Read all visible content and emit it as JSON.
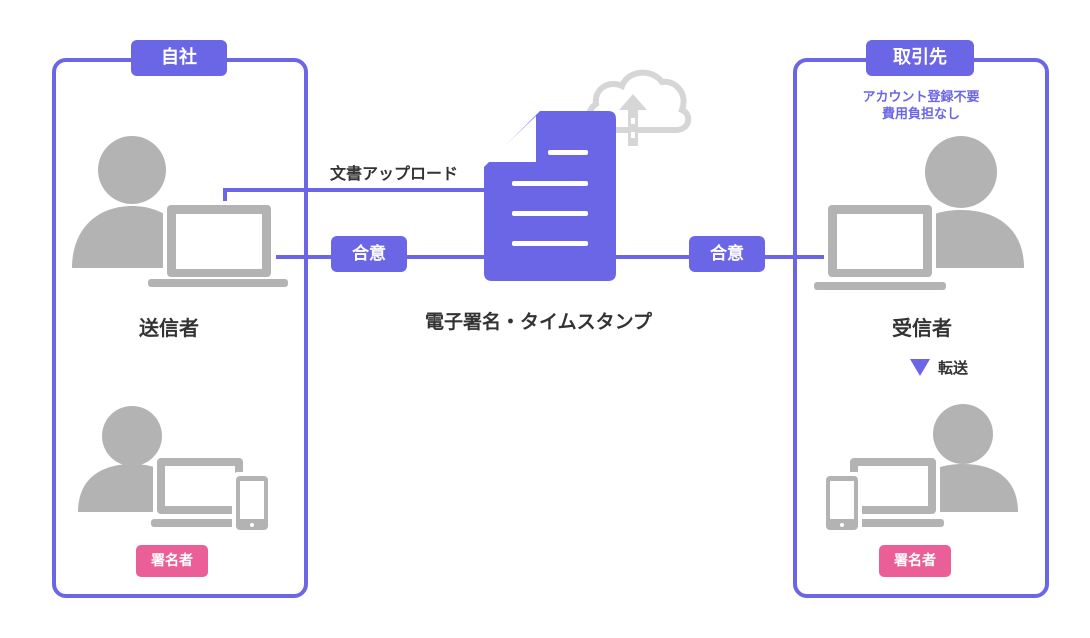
{
  "own_company": {
    "tab_label": "自社",
    "sender_label": "送信者",
    "signer_badge": "署名者"
  },
  "partner": {
    "tab_label": "取引先",
    "note_line1": "アカウント登録不要",
    "note_line2": "費用負担なし",
    "receiver_label": "受信者",
    "forward_label": "転送",
    "signer_badge": "署名者"
  },
  "center": {
    "upload_label": "文書アップロード",
    "agree_left": "合意",
    "agree_right": "合意",
    "caption": "電子署名・タイムスタンプ"
  },
  "colors": {
    "accent": "#6b66e6",
    "pink": "#ea5f97",
    "icon_gray": "#b3b3b3",
    "cloud_gray": "#d6d6d6"
  }
}
